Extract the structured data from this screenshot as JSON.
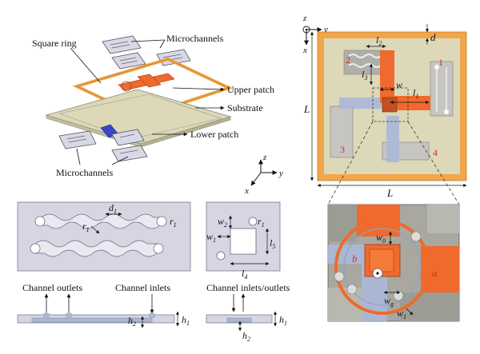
{
  "explode": {
    "square_ring": "Square ring",
    "microchannels_top": "Microchannels",
    "upper_patch": "Upper patch",
    "substrate": "Substrate",
    "lower_patch": "Lower patch",
    "microchannels_bottom": "Microchannels"
  },
  "axes_mid": {
    "z": "z",
    "y": "y",
    "x": "x"
  },
  "axes_top": {
    "z": "z",
    "y": "y",
    "x": "x"
  },
  "channel": {
    "d1": "d",
    "d1_sub": "1",
    "r": "r",
    "r_sub": "1",
    "r1": "r",
    "r1_sub": "1",
    "outlets": "Channel outlets",
    "inlets": "Channel inlets",
    "h2": "h",
    "h2_sub": "2",
    "h1": "h",
    "h1_sub": "1"
  },
  "corner": {
    "w2": "w",
    "w2_sub": "2",
    "r1": "r",
    "r1_sub": "1",
    "w1": "w",
    "w1_sub": "1",
    "l5": "l",
    "l5_sub": "5",
    "l4": "l",
    "l4_sub": "4",
    "inlets_outlets": "Channel inlets/outlets",
    "h1": "h",
    "h1_sub": "1",
    "h2": "h",
    "h2_sub": "2"
  },
  "topview": {
    "d": "d",
    "l2": "l",
    "l2_sub": "2",
    "l3": "l",
    "l3_sub": "3",
    "w": "w",
    "l1": "l",
    "l1_sub": "1",
    "L_left": "L",
    "L_bottom": "L",
    "n1": "1",
    "n2": "2",
    "n3": "3",
    "n4": "4"
  },
  "zoom": {
    "w0": "w",
    "w0_sub": "0",
    "b": "b",
    "a": "a",
    "wg": "w",
    "wg_sub": "g",
    "w1": "w",
    "w1_sub": "1"
  },
  "colors": {
    "ring": "#f2a64a",
    "patch": "#ef6a2c",
    "lower_patch": "#3a48c8",
    "substrate": "#dcd8b8",
    "channel_fill": "#d6d6e2",
    "channel_blue": "#aab8d8"
  }
}
